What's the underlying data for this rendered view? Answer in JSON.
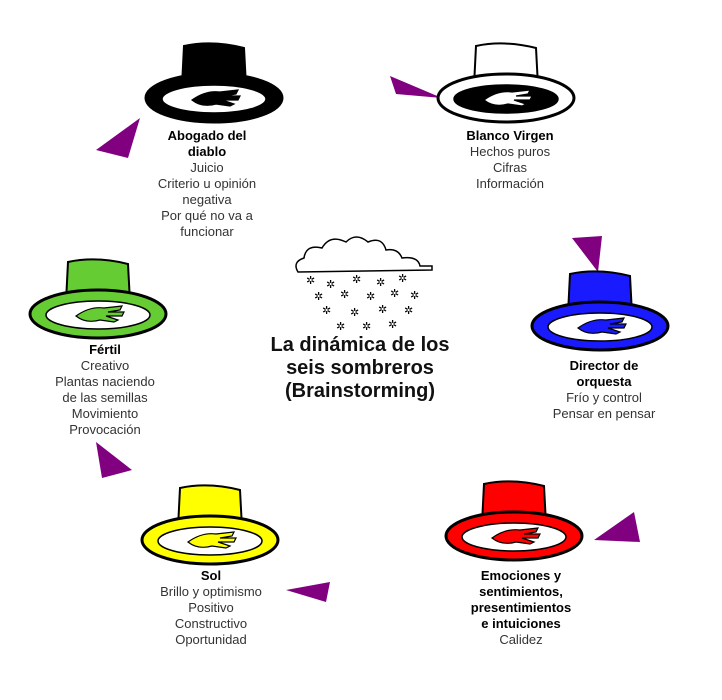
{
  "title": "La dinámica de los seis sombreros (Brainstorming)",
  "hats": [
    {
      "id": "black",
      "color": "#000000",
      "name_lines": [
        "Abogado del",
        "diablo"
      ],
      "lines": [
        "Juicio",
        "Criterio u opinión",
        "negativa",
        "Por qué no va a",
        "funcionar"
      ]
    },
    {
      "id": "white",
      "color": "#ffffff",
      "name_lines": [
        "Blanco Virgen"
      ],
      "lines": [
        "Hechos puros",
        "Cifras",
        "Información"
      ]
    },
    {
      "id": "blue",
      "color": "#1a1aff",
      "name_lines": [
        "Director de",
        "orquesta"
      ],
      "lines": [
        "Frío y control",
        "Pensar en pensar"
      ]
    },
    {
      "id": "red",
      "color": "#ff0000",
      "name_lines": [
        "Emociones y",
        "sentimientos,",
        "presentimientos",
        "e intuiciones"
      ],
      "lines": [
        "Calidez"
      ]
    },
    {
      "id": "yellow",
      "color": "#ffff00",
      "name_lines": [
        "Sol"
      ],
      "lines": [
        "Brillo y optimismo",
        "Positivo",
        "Constructivo",
        "Oportunidad"
      ]
    },
    {
      "id": "green",
      "color": "#66cc33",
      "name_lines": [
        "Fértil"
      ],
      "lines": [
        "Creativo",
        "Plantas naciendo",
        "de las semillas",
        "Movimiento",
        "Provocación"
      ]
    }
  ],
  "colors": {
    "arrow": "#800080",
    "outline": "#000000",
    "background": "#ffffff"
  }
}
